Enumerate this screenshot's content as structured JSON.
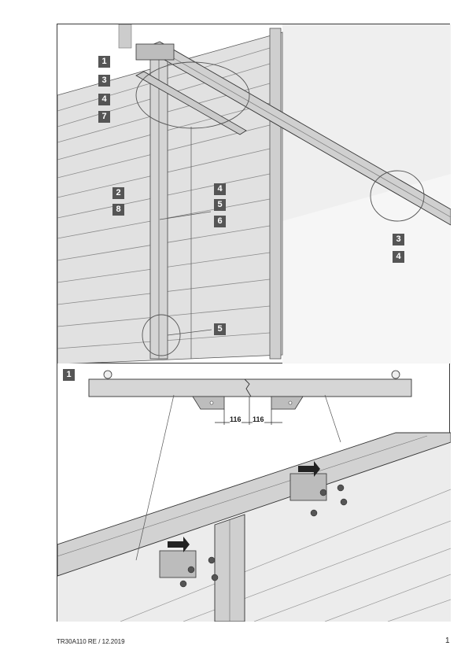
{
  "top_panel": {
    "callouts_top_left": [
      "1",
      "3",
      "4",
      "7"
    ],
    "callouts_left": [
      "2",
      "8"
    ],
    "callouts_middle": [
      "4",
      "5",
      "6"
    ],
    "callouts_right": [
      "3",
      "4"
    ],
    "callout_bottom": "5"
  },
  "detail_panel": {
    "step_label": "1",
    "dim_left": "116",
    "dim_right": "116"
  },
  "footer": {
    "doc_code": "TR30A110  RE / 12.2019",
    "page_number": "1"
  },
  "colors": {
    "tag_bg": "#555555",
    "line": "#3a3a3a",
    "panel_fill": "#d9d9d9",
    "wall_fill": "#e6e6e6"
  }
}
